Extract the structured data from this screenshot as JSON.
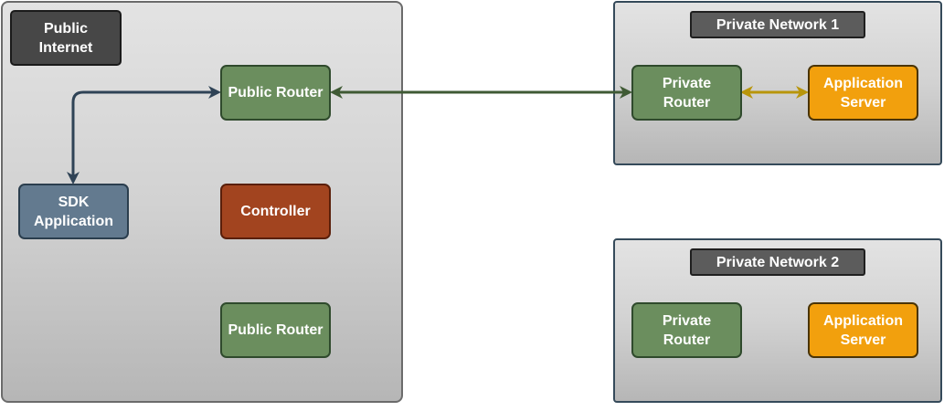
{
  "zones": {
    "public": {
      "label": "Public Internet"
    },
    "private1": {
      "label": "Private Network 1"
    },
    "private2": {
      "label": "Private Network 2"
    }
  },
  "nodes": {
    "public_router_1": "Public Router",
    "public_router_2": "Public Router",
    "sdk_application": "SDK Application",
    "controller": "Controller",
    "private_router_1": "Private Router",
    "application_server_1": "Application Server",
    "private_router_2": "Private Router",
    "application_server_2": "Application Server"
  },
  "colors": {
    "router_fill": "#6b8e5e",
    "controller_fill": "#a2441f",
    "sdk_fill": "#637a8f",
    "app_server_fill": "#f2a00d",
    "link_public_private": "#3f5a34",
    "link_sdk_router": "#2f4356",
    "link_router_app": "#b8950a"
  },
  "connections": [
    {
      "from": "sdk_application",
      "to": "public_router_1",
      "bidirectional": true
    },
    {
      "from": "public_router_1",
      "to": "private_router_1",
      "bidirectional": true
    },
    {
      "from": "private_router_1",
      "to": "application_server_1",
      "bidirectional": true
    }
  ]
}
